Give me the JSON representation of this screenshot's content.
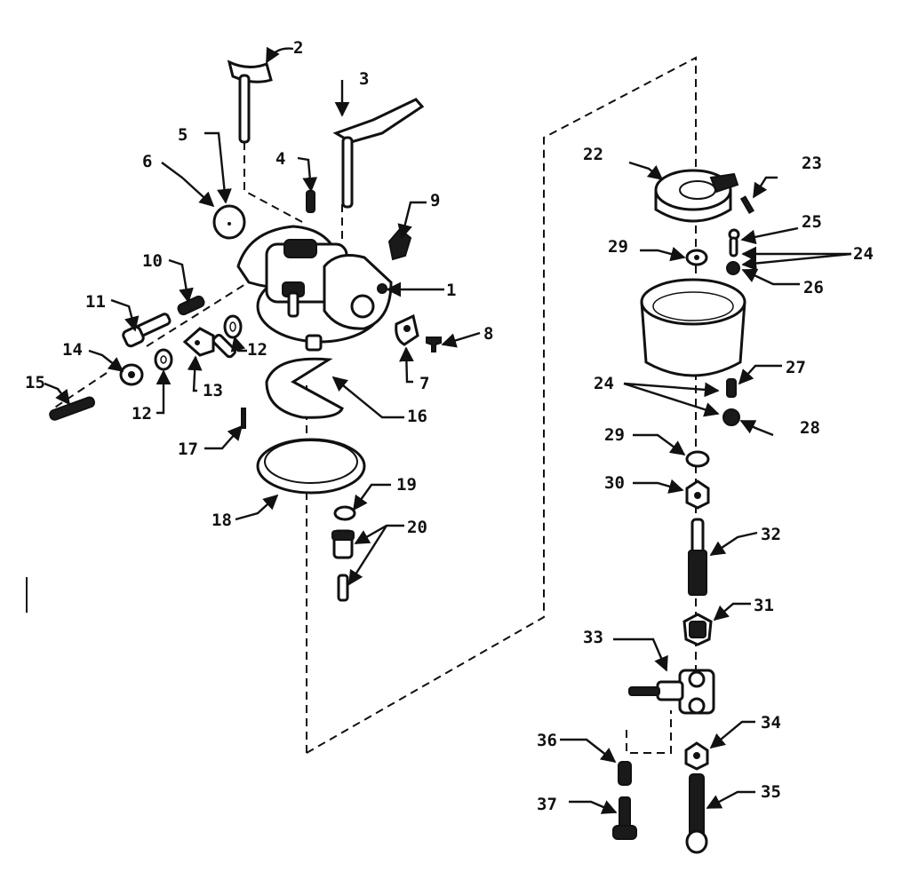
{
  "callouts": [
    "1",
    "2",
    "3",
    "4",
    "5",
    "6",
    "7",
    "8",
    "9",
    "10",
    "11",
    "12",
    "12",
    "13",
    "14",
    "15",
    "16",
    "17",
    "18",
    "19",
    "20",
    "22",
    "23",
    "24",
    "24",
    "25",
    "26",
    "27",
    "28",
    "29",
    "29",
    "30",
    "31",
    "32",
    "33",
    "34",
    "35",
    "36",
    "37"
  ]
}
